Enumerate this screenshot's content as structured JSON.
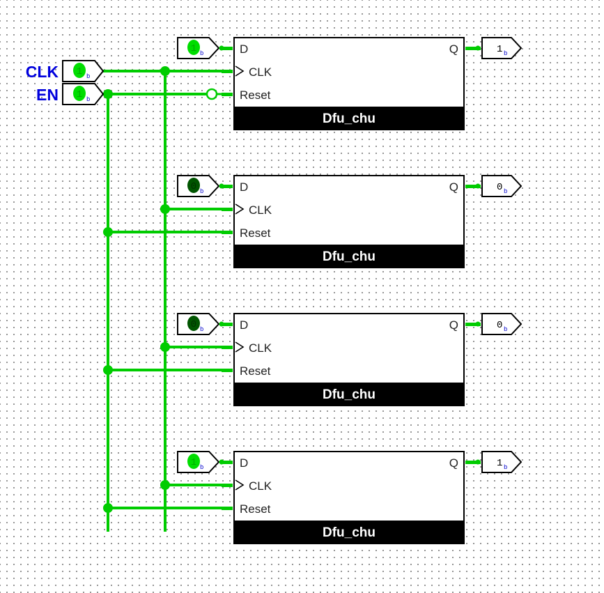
{
  "inputs": [
    {
      "name": "CLK",
      "value": "1",
      "unit": "b"
    },
    {
      "name": "EN",
      "value": "1",
      "unit": "b"
    }
  ],
  "flipflops": [
    {
      "title": "Dfu_chu",
      "pins": {
        "d": "D",
        "clk": "CLK",
        "reset": "Reset",
        "q": "Q"
      },
      "d_in": {
        "value": "1",
        "unit": "b"
      },
      "q_out": {
        "value": "1",
        "unit": "b"
      }
    },
    {
      "title": "Dfu_chu",
      "pins": {
        "d": "D",
        "clk": "CLK",
        "reset": "Reset",
        "q": "Q"
      },
      "d_in": {
        "value": "0",
        "unit": "b"
      },
      "q_out": {
        "value": "0",
        "unit": "b"
      }
    },
    {
      "title": "Dfu_chu",
      "pins": {
        "d": "D",
        "clk": "CLK",
        "reset": "Reset",
        "q": "Q"
      },
      "d_in": {
        "value": "0",
        "unit": "b"
      },
      "q_out": {
        "value": "0",
        "unit": "b"
      }
    },
    {
      "title": "Dfu_chu",
      "pins": {
        "d": "D",
        "clk": "CLK",
        "reset": "Reset",
        "q": "Q"
      },
      "d_in": {
        "value": "1",
        "unit": "b"
      },
      "q_out": {
        "value": "1",
        "unit": "b"
      }
    }
  ],
  "colors": {
    "wire_high": "#00cc00",
    "led_high": "#00dd00",
    "led_low": "#005500",
    "pin_name": "#0000dd",
    "subscript": "#0000cc"
  }
}
